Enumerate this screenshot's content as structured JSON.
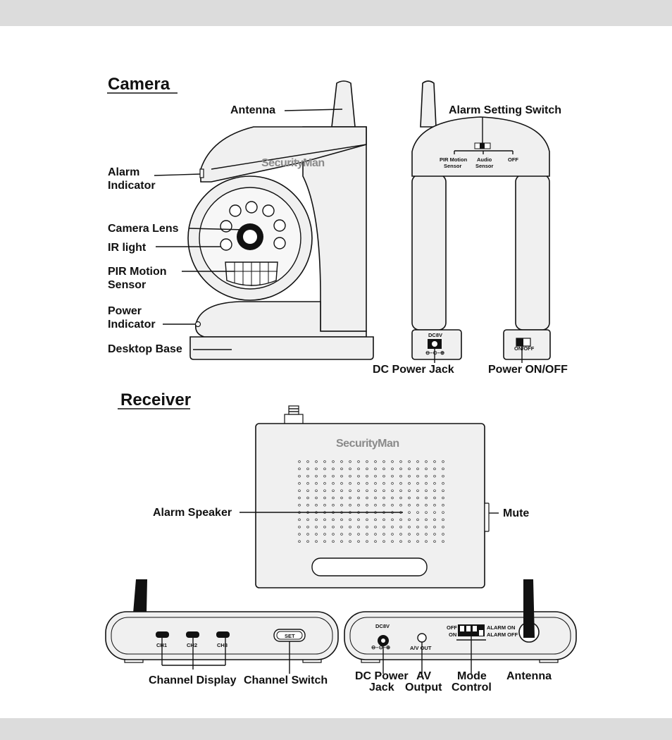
{
  "sections": {
    "camera": "Camera",
    "receiver": "Receiver"
  },
  "brand": "SecurityMan",
  "camera_front_labels": {
    "antenna": "Antenna",
    "alarm_indicator_1": "Alarm",
    "alarm_indicator_2": "Indicator",
    "camera_lens": "Camera Lens",
    "ir_light": "IR light",
    "pir_1": "PIR Motion",
    "pir_2": "Sensor",
    "power_indicator_1": "Power",
    "power_indicator_2": "Indicator",
    "desktop_base": "Desktop Base"
  },
  "camera_back_labels": {
    "alarm_setting_switch": "Alarm Setting Switch",
    "pir_motion_1": "PIR Motion",
    "pir_motion_2": "Sensor",
    "audio_1": "Audio",
    "audio_2": "Sensor",
    "off": "OFF",
    "dc8v": "DC8V",
    "on_off": "ON/OFF",
    "dc_power_jack": "DC Power Jack",
    "power_on_off": "Power ON/OFF"
  },
  "receiver_labels": {
    "alarm_speaker": "Alarm Speaker",
    "mute": "Mute",
    "ch1": "CH1",
    "ch2": "CH2",
    "ch3": "CH3",
    "set": "SET",
    "channel_display": "Channel Display",
    "channel_switch": "Channel Switch",
    "dc8v": "DC8V",
    "av_out": "A/V OUT",
    "mode_off": "OFF",
    "mode_on": "ON",
    "alarm_on": "ALARM ON",
    "alarm_off": "ALARM OFF",
    "dc_power_1": "DC Power",
    "dc_power_2": "Jack",
    "av_1": "AV",
    "av_2": "Output",
    "mode_1": "Mode",
    "mode_2": "Control",
    "antenna": "Antenna"
  }
}
